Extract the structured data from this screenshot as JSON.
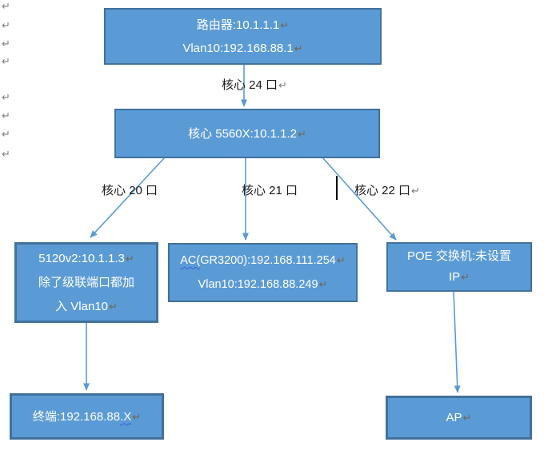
{
  "title": "network-topology-diagram",
  "marks": {
    "return_symbol": "↵",
    "left_margin_return_count": 8
  },
  "nodes": {
    "router": {
      "line1": "路由器:10.1.1.1",
      "line2": "Vlan10:192.168.88.1"
    },
    "core": {
      "line1": "核心 5560X:10.1.1.2"
    },
    "switch5120": {
      "line1": "5120v2:10.1.1.3",
      "line2": "除了级联端口都加",
      "line3": "入 Vlan10"
    },
    "ac": {
      "line1_flagged": "AC(",
      "line1_rest": "GR3200):192.168.111.254",
      "line2": "Vlan10:192.168.88.249"
    },
    "poe": {
      "line1": "POE 交换机:未设置",
      "line2": "IP"
    },
    "terminal": {
      "line1_pre": "终端:192.168.88",
      "line1_flagged": ".X"
    },
    "ap": {
      "line1": "AP"
    }
  },
  "edge_labels": {
    "core24": "核心 24 口",
    "core20": "核心 20 口",
    "core21": "核心  21 口",
    "core22": "核心  22 口"
  },
  "edges": [
    {
      "from": "router",
      "to": "core",
      "label": "核心 24 口"
    },
    {
      "from": "core",
      "to": "switch5120",
      "label": "核心 20 口"
    },
    {
      "from": "core",
      "to": "ac",
      "label": "核心 21 口"
    },
    {
      "from": "core",
      "to": "poe",
      "label": "核心 22 口"
    },
    {
      "from": "switch5120",
      "to": "terminal",
      "label": ""
    },
    {
      "from": "poe",
      "to": "ap",
      "label": ""
    }
  ],
  "colors": {
    "node_fill": "#5b9bd5",
    "node_border": "#41719c",
    "node_text": "#ffffff",
    "connector": "#5b9bd5",
    "label_text": "#1a1a1a",
    "margin_mark": "#7f7f7f",
    "inbox_return_mark": "#6f6654",
    "spellcheck_squiggle": "#3b5fd9",
    "background": "#ffffff"
  }
}
